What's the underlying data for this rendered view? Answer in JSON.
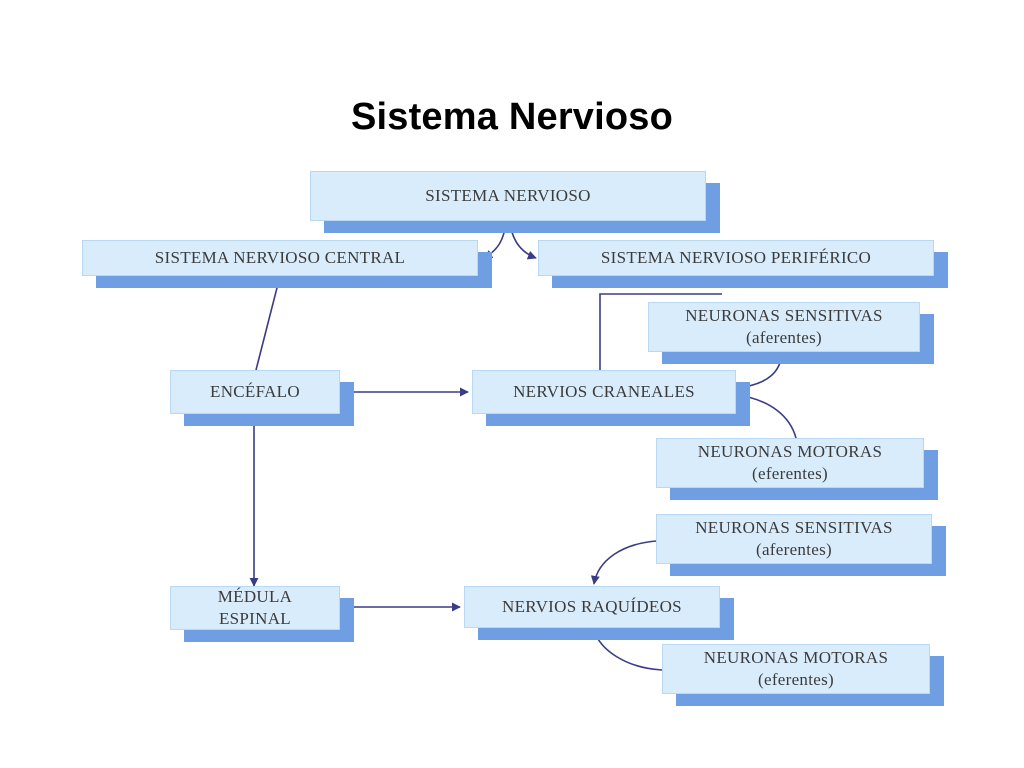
{
  "slide": {
    "title": "Sistema Nervioso"
  },
  "diagram": {
    "nodes": {
      "root": {
        "line1": "SISTEMA NERVIOSO"
      },
      "snc": {
        "line1": "SISTEMA NERVIOSO CENTRAL"
      },
      "snp": {
        "line1": "SISTEMA NERVIOSO PERIFÉRICO"
      },
      "encefalo": {
        "line1": "ENCÉFALO"
      },
      "nervios_craneales": {
        "line1": "NERVIOS CRANEALES"
      },
      "craneal_sensitivas": {
        "line1": "NEURONAS SENSITIVAS",
        "line2": "(aferentes)"
      },
      "craneal_motoras": {
        "line1": "NEURONAS MOTORAS",
        "line2": "(eferentes)"
      },
      "medula": {
        "line1": "MÉDULA",
        "line2": "ESPINAL"
      },
      "nervios_raquideos": {
        "line1": "NERVIOS RAQUÍDEOS"
      },
      "raquideo_sensitivas": {
        "line1": "NEURONAS SENSITIVAS",
        "line2": "(aferentes)"
      },
      "raquideo_motoras": {
        "line1": "NEURONAS MOTORAS",
        "line2": "(eferentes)"
      }
    },
    "colors": {
      "box_face": "#d9ecfb",
      "box_shadow": "#6f9ee3",
      "arrow": "#3a3d86",
      "text": "#3b3b3b"
    }
  }
}
